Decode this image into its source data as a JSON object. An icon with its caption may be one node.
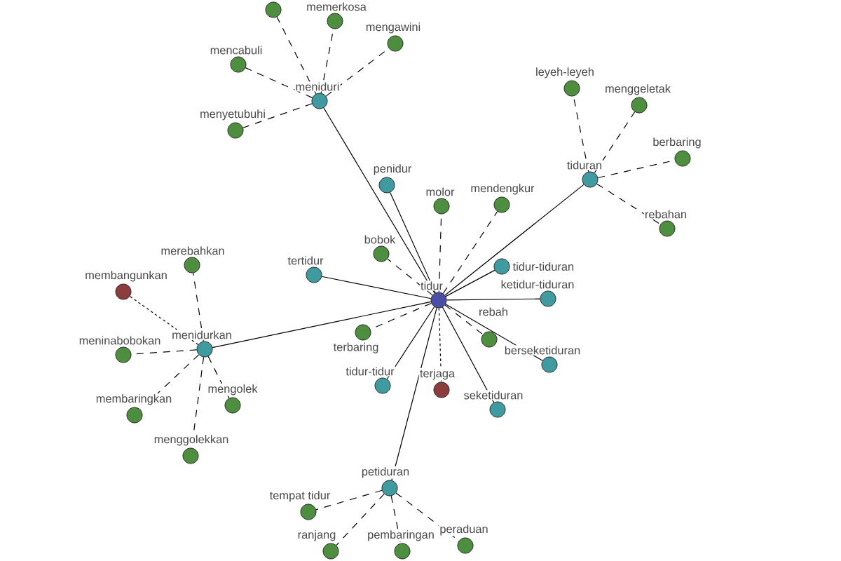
{
  "diagram": {
    "nodes": [
      {
        "text": [],
        "shape": "circle"
      },
      {
        "text": [
          "memerkosa"
        ]
      },
      {
        "text": [
          "mengawini"
        ]
      },
      {
        "text": [
          "mencabuli"
        ]
      },
      {
        "text": [
          "leyeh-leyeh"
        ]
      },
      {
        "text": [
          "meniduri"
        ]
      },
      {
        "text": [
          "menggeletak"
        ]
      },
      {
        "text": [
          "menyetubuhi"
        ]
      },
      {
        "text": [
          "berbaring"
        ]
      },
      {
        "text": [
          "tiduran"
        ]
      },
      {
        "text": [
          "penidur"
        ]
      },
      {
        "text": [
          "molor"
        ]
      },
      {
        "text": [
          "mendengkur"
        ]
      },
      {
        "text": [
          "rebahan"
        ]
      },
      {
        "text": [
          "bobok"
        ]
      },
      {
        "text": [
          "tidur-tiduran"
        ]
      },
      {
        "text": [
          "merebahkan"
        ]
      },
      {
        "text": [
          "tertidur"
        ]
      },
      {
        "text": [
          "membangunkan"
        ]
      },
      {
        "text": [
          "tidur"
        ]
      },
      {
        "text": [
          "ketidur-tiduran"
        ]
      },
      {
        "text": [
          "terbaring"
        ]
      },
      {
        "text": [
          "rebah"
        ]
      },
      {
        "text": [
          "menidurkan"
        ]
      },
      {
        "text": [
          "meninabobokan"
        ]
      },
      {
        "text": [
          "berseketiduran"
        ]
      },
      {
        "text": [
          "tidur-tidur"
        ]
      },
      {
        "text": [
          "terjaga"
        ]
      },
      {
        "text": [
          "mengolek"
        ]
      },
      {
        "text": [
          "seketiduran"
        ]
      },
      {
        "text": [
          "membaringkan"
        ]
      },
      {
        "text": [
          "menggolekkan"
        ]
      },
      {
        "text": [
          "petiduran"
        ]
      },
      {
        "text": [
          "tempat tidur"
        ]
      },
      {
        "text": [
          "peraduan"
        ]
      },
      {
        "text": [
          "ranjang"
        ]
      },
      {
        "text": [
          "pembaringan"
        ]
      }
    ],
    "edges": [
      {
        "from": 19,
        "to": 5,
        "arrow": "none"
      },
      {
        "from": 19,
        "to": 9,
        "arrow": "none"
      },
      {
        "from": 19,
        "to": 10,
        "arrow": "none"
      },
      {
        "from": 19,
        "to": 15,
        "arrow": "none"
      },
      {
        "from": 19,
        "to": 17,
        "arrow": "none"
      },
      {
        "from": 19,
        "to": 20,
        "arrow": "none"
      },
      {
        "from": 19,
        "to": 23,
        "arrow": "none"
      },
      {
        "from": 19,
        "to": 25,
        "arrow": "none"
      },
      {
        "from": 19,
        "to": 26,
        "arrow": "none"
      },
      {
        "from": 19,
        "to": 29,
        "arrow": "none"
      },
      {
        "from": 19,
        "to": 32,
        "arrow": "none"
      },
      {
        "from": 19,
        "to": 11,
        "arrow": "none",
        "style": "dashed"
      },
      {
        "from": 19,
        "to": 12,
        "arrow": "none",
        "style": "dashed"
      },
      {
        "from": 19,
        "to": 14,
        "arrow": "none",
        "style": "dashed"
      },
      {
        "from": 19,
        "to": 21,
        "arrow": "none",
        "style": "dashed"
      },
      {
        "from": 19,
        "to": 22,
        "arrow": "none",
        "style": "dashed"
      },
      {
        "from": 19,
        "to": 27,
        "arrow": "none",
        "style": "dashed"
      },
      {
        "from": 5,
        "to": 0,
        "arrow": "none",
        "style": "dashed"
      },
      {
        "from": 5,
        "to": 1,
        "arrow": "none",
        "style": "dashed"
      },
      {
        "from": 5,
        "to": 2,
        "arrow": "none",
        "style": "dashed"
      },
      {
        "from": 5,
        "to": 3,
        "arrow": "none",
        "style": "dashed"
      },
      {
        "from": 5,
        "to": 7,
        "arrow": "none",
        "style": "dashed"
      },
      {
        "from": 9,
        "to": 4,
        "arrow": "none",
        "style": "dashed"
      },
      {
        "from": 9,
        "to": 6,
        "arrow": "none",
        "style": "dashed"
      },
      {
        "from": 9,
        "to": 8,
        "arrow": "none",
        "style": "dashed"
      },
      {
        "from": 9,
        "to": 13,
        "arrow": "none",
        "style": "dashed"
      },
      {
        "from": 23,
        "to": 16,
        "arrow": "none",
        "style": "dashed"
      },
      {
        "from": 23,
        "to": 18,
        "arrow": "none",
        "style": "dashed"
      },
      {
        "from": 23,
        "to": 24,
        "arrow": "none",
        "style": "dashed"
      },
      {
        "from": 23,
        "to": 28,
        "arrow": "none",
        "style": "dashed"
      },
      {
        "from": 23,
        "to": 30,
        "arrow": "none",
        "style": "dashed"
      },
      {
        "from": 23,
        "to": 31,
        "arrow": "none",
        "style": "dashed"
      },
      {
        "from": 32,
        "to": 33,
        "arrow": "none",
        "style": "dashed"
      },
      {
        "from": 32,
        "to": 34,
        "arrow": "none",
        "style": "dashed"
      },
      {
        "from": 32,
        "to": 35,
        "arrow": "none",
        "style": "dashed"
      },
      {
        "from": 32,
        "to": 36,
        "arrow": "none",
        "style": "dashed"
      }
    ]
  }
}
